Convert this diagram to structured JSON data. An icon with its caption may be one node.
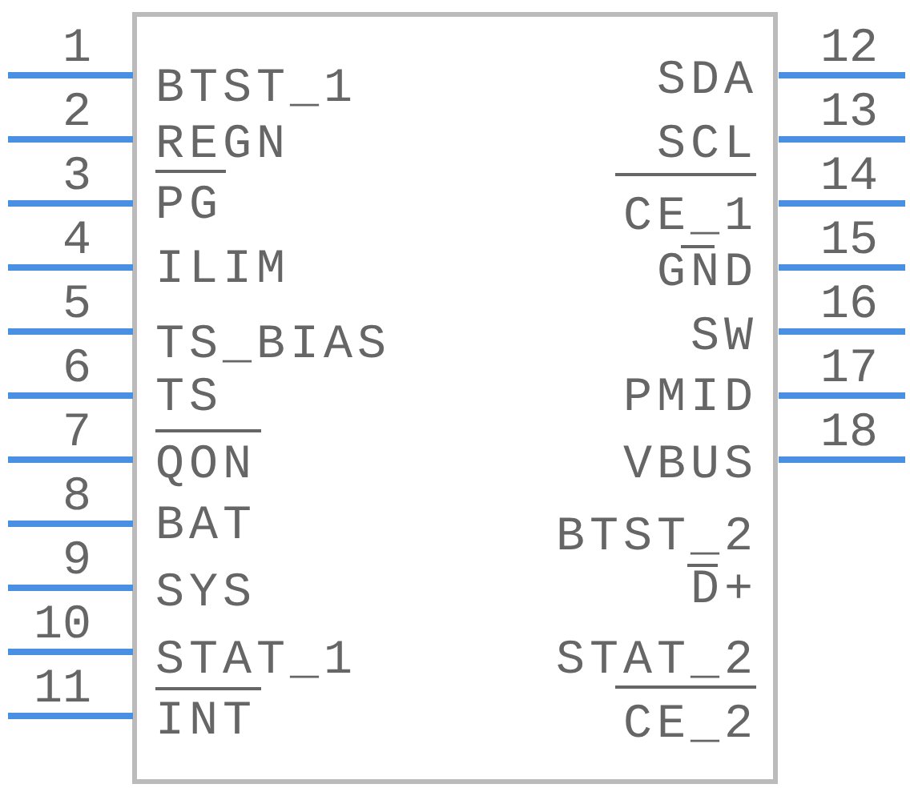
{
  "diagram": {
    "labels": [
      "1",
      "2",
      "3",
      "4",
      "5",
      "6",
      "7",
      "8",
      "9",
      "10",
      "11",
      "12",
      "13",
      "14",
      "15",
      "16",
      "17",
      "18",
      "BTST_1",
      "REGN",
      "PG",
      "ILIM",
      "TS_BIAS",
      "TS",
      "QON",
      "BAT",
      "SYS",
      "STAT_1",
      "INT",
      "SDA",
      "SCL",
      "CE_1",
      "GND",
      "SW",
      "PMID",
      "VBUS",
      "BTST_2",
      "D+",
      "STAT_2",
      "CE_2"
    ]
  }
}
